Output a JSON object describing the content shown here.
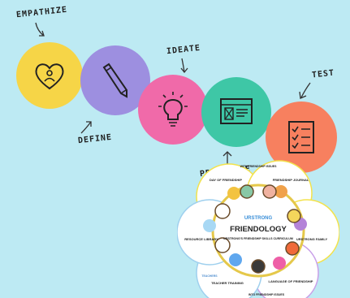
{
  "process": {
    "stages": [
      {
        "label": "EMPATHIZE",
        "color": "#f6d547",
        "icon": "heart-person-icon"
      },
      {
        "label": "DEFINE",
        "color": "#9d8fe0",
        "icon": "pencil-icon"
      },
      {
        "label": "IDEATE",
        "color": "#f06aa9",
        "icon": "lightbulb-icon"
      },
      {
        "label": "PROTOTYPE",
        "color": "#3ec7a6",
        "icon": "wireframe-icon"
      },
      {
        "label": "TEST",
        "color": "#f7805f",
        "icon": "checklist-icon"
      }
    ]
  },
  "friendology": {
    "title": "FRIENDOLOGY",
    "brand": "URSTRONG",
    "subtitle": "URSTRONG'S FRIENDSHIP SKILLS CURRICULUM",
    "modules": [
      "DAY OF FRIENDSHIP",
      "FRIENDSHIP JOURNAL",
      "URSTRONG FAMILY",
      "LANGUAGE OF FRIENDSHIP",
      "TEACHER TRAINING",
      "RESOURCE LIBRARY"
    ],
    "ring_text": [
      "WITH FRIENDSHIP ISSUES",
      "TEACHERS",
      "INTO FRIENDSHIP ISSUES"
    ]
  }
}
